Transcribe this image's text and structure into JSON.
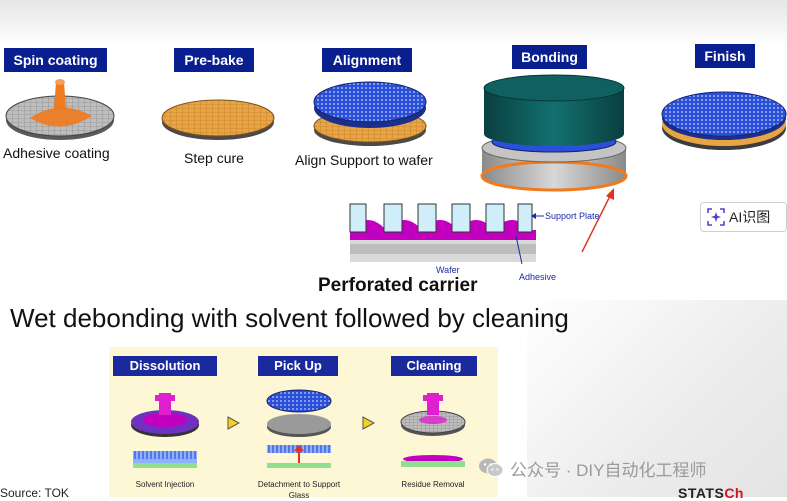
{
  "steps": [
    {
      "label": "Spin coating",
      "caption": "Adhesive coating"
    },
    {
      "label": "Pre-bake",
      "caption": "Step cure"
    },
    {
      "label": "Alignment",
      "caption": "Align Support to wafer"
    },
    {
      "label": "Bonding",
      "caption": ""
    },
    {
      "label": "Finish",
      "caption": ""
    }
  ],
  "perforated_carrier": {
    "title": "Perforated carrier",
    "support_plate_label": "Support Plate",
    "wafer_label": "Wafer",
    "adhesive_label": "Adhesive"
  },
  "debond": {
    "title": "Wet debonding with solvent followed by cleaning",
    "steps": [
      {
        "label": "Dissolution",
        "caption": "Solvent Injection"
      },
      {
        "label": "Pick Up",
        "caption": "Detachment to Support Glass"
      },
      {
        "label": "Cleaning",
        "caption": "Residue Removal"
      }
    ]
  },
  "ai_button": {
    "label": "AI识图",
    "icon": "ai-scan-icon"
  },
  "watermark": {
    "text": "公众号 · DIY自动化工程师",
    "icon": "wechat-icon"
  },
  "footer": {
    "source_fragment": "Source: TOK",
    "logo_fragment_a": "STATS",
    "logo_fragment_b": "Ch"
  },
  "colors": {
    "label_bg": "#0a1f8f",
    "wafer_blue": "#2a4fd8",
    "adhesive_orange": "#f07a1e",
    "bonder_teal": "#0c5a5a",
    "adhesive_magenta": "#c400c0",
    "support_plate_cyan": "#cfeefa",
    "panel_bg": "#fdf7d6",
    "arrow_red": "#e0321e"
  }
}
